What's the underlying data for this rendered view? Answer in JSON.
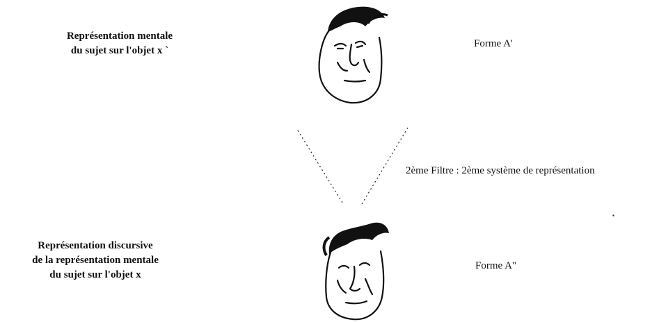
{
  "diagram": {
    "top": {
      "left_label_lines": [
        "Représentation mentale",
        "du sujet sur l'objet x `"
      ],
      "form_label": "Forme A'"
    },
    "filter": {
      "label": "2ème Filtre : 2ème système de représentation"
    },
    "bottom": {
      "left_label_lines": [
        "Représentation discursive",
        "de la représentation mentale",
        "du sujet sur l'objet x"
      ],
      "form_label": "Forme A\""
    }
  }
}
